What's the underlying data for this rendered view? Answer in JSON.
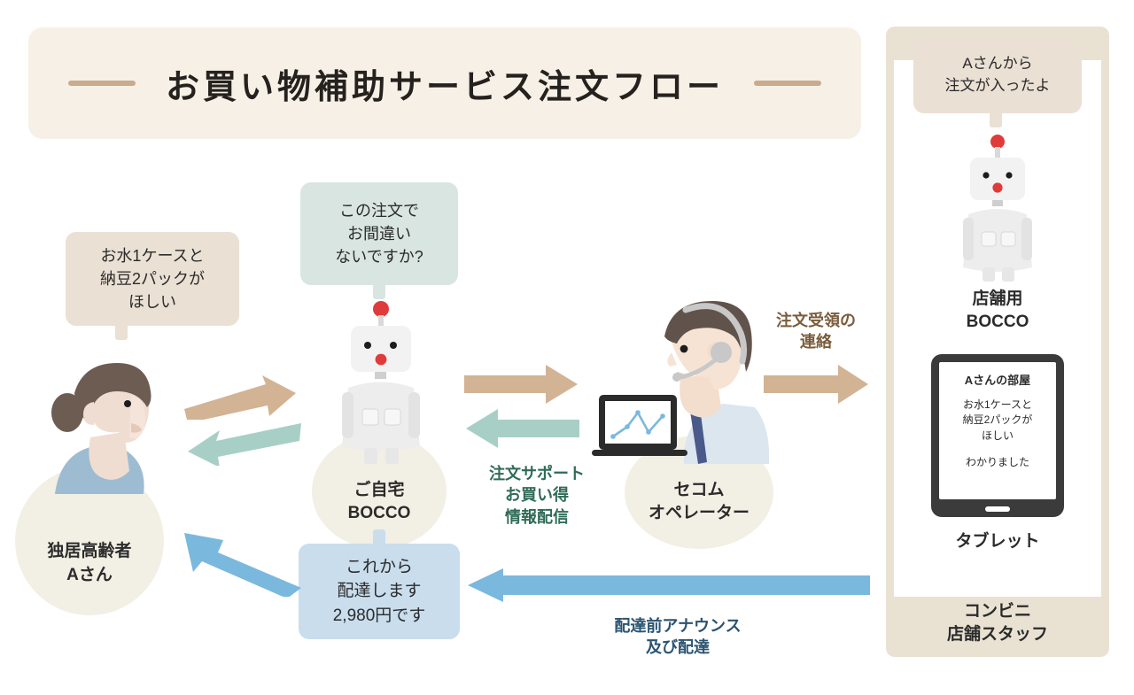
{
  "title": {
    "text": "お買い物補助サービス注文フロー"
  },
  "colors": {
    "banner_bg": "#f7f0e6",
    "banner_rule": "#c9ab8e",
    "beige_bubble": "#eae0d4",
    "green_bubble": "#d9e5e1",
    "blue_bubble": "#c9dded",
    "arrow_tan": "#d2b394",
    "arrow_teal": "#a8cfc6",
    "arrow_blue": "#7bb8dd",
    "node_circle": "#f2efe4",
    "panel_bg": "#e9e2d3",
    "text_green": "#2f6b58",
    "text_blue": "#2b5472",
    "text_brown": "#7a5c3b",
    "robot_body": "#f0f0f0",
    "robot_accent": "#e03b3b",
    "senior_shirt": "#9dbcd2",
    "operator_hair": "#60534b",
    "operator_shirt": "#dbe6ef",
    "operator_tie": "#4a5a8a"
  },
  "bubbles": {
    "senior_request": {
      "lines": [
        "お水1ケースと",
        "納豆2パックが",
        "ほしい"
      ]
    },
    "confirm_order": {
      "lines": [
        "この注文で",
        "お間違い",
        "ないですか?"
      ]
    },
    "delivery_notice": {
      "lines": [
        "これから",
        "配達します",
        "2,980円です"
      ]
    },
    "store_notice": {
      "lines": [
        "Aさんから",
        "注文が入ったよ"
      ]
    }
  },
  "nodes": {
    "senior": {
      "lines": [
        "独居高齢者",
        "Aさん"
      ]
    },
    "home_bocco": {
      "lines": [
        "ご自宅",
        "BOCCO"
      ]
    },
    "operator": {
      "lines": [
        "セコム",
        "オペレーター"
      ]
    },
    "store_bocco": {
      "lines": [
        "店舗用",
        "BOCCO"
      ]
    },
    "tablet": {
      "label": "タブレット"
    },
    "store_staff": {
      "lines": [
        "コンビニ",
        "店舗スタッフ"
      ]
    }
  },
  "arrow_labels": {
    "order_support": {
      "lines": [
        "注文サポート",
        "お買い得",
        "情報配信"
      ]
    },
    "predelivery": {
      "lines": [
        "配達前アナウンス",
        "及び配達"
      ]
    },
    "order_receipt": {
      "lines": [
        "注文受領の",
        "連絡"
      ]
    }
  },
  "tablet_screen": {
    "room_title": "Aさんの部屋",
    "message_lines": [
      "お水1ケースと",
      "納豆2パックが",
      "ほしい"
    ],
    "reply": "わかりました"
  },
  "icons": {
    "senior_person": "elderly-woman-icon",
    "home_robot": "bocco-robot-icon",
    "store_robot": "bocco-robot-icon",
    "operator_person": "headset-operator-icon",
    "laptop": "laptop-chart-icon",
    "tablet_device": "tablet-icon"
  }
}
